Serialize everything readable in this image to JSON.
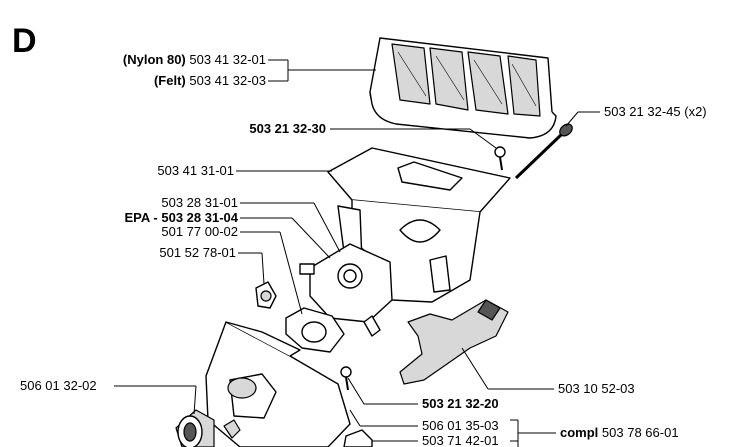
{
  "section_letter": "D",
  "labels": {
    "nylon_prefix": "(Nylon 80)",
    "nylon_number": "503 41 32-01",
    "felt_prefix": "(Felt)",
    "felt_number": "503 41 32-03",
    "screw_long": "503 21 32-45 (x2)",
    "screw_short": "503 21 32-30",
    "air_box": "503 41 31-01",
    "carb": "503 28 31-01",
    "epa_prefix": "EPA -",
    "epa_number": "503 28 31-04",
    "gasket": "501 77 00-02",
    "plug": "501 52 78-01",
    "bracket": "503 10 52-03",
    "screw_lower": "503 21 32-20",
    "filter_round": "506 01 32-02",
    "part_a": "506 01 35-03",
    "part_b": "503 71 42-01",
    "compl_prefix": "compl",
    "compl_number": "503 78 66-01"
  }
}
